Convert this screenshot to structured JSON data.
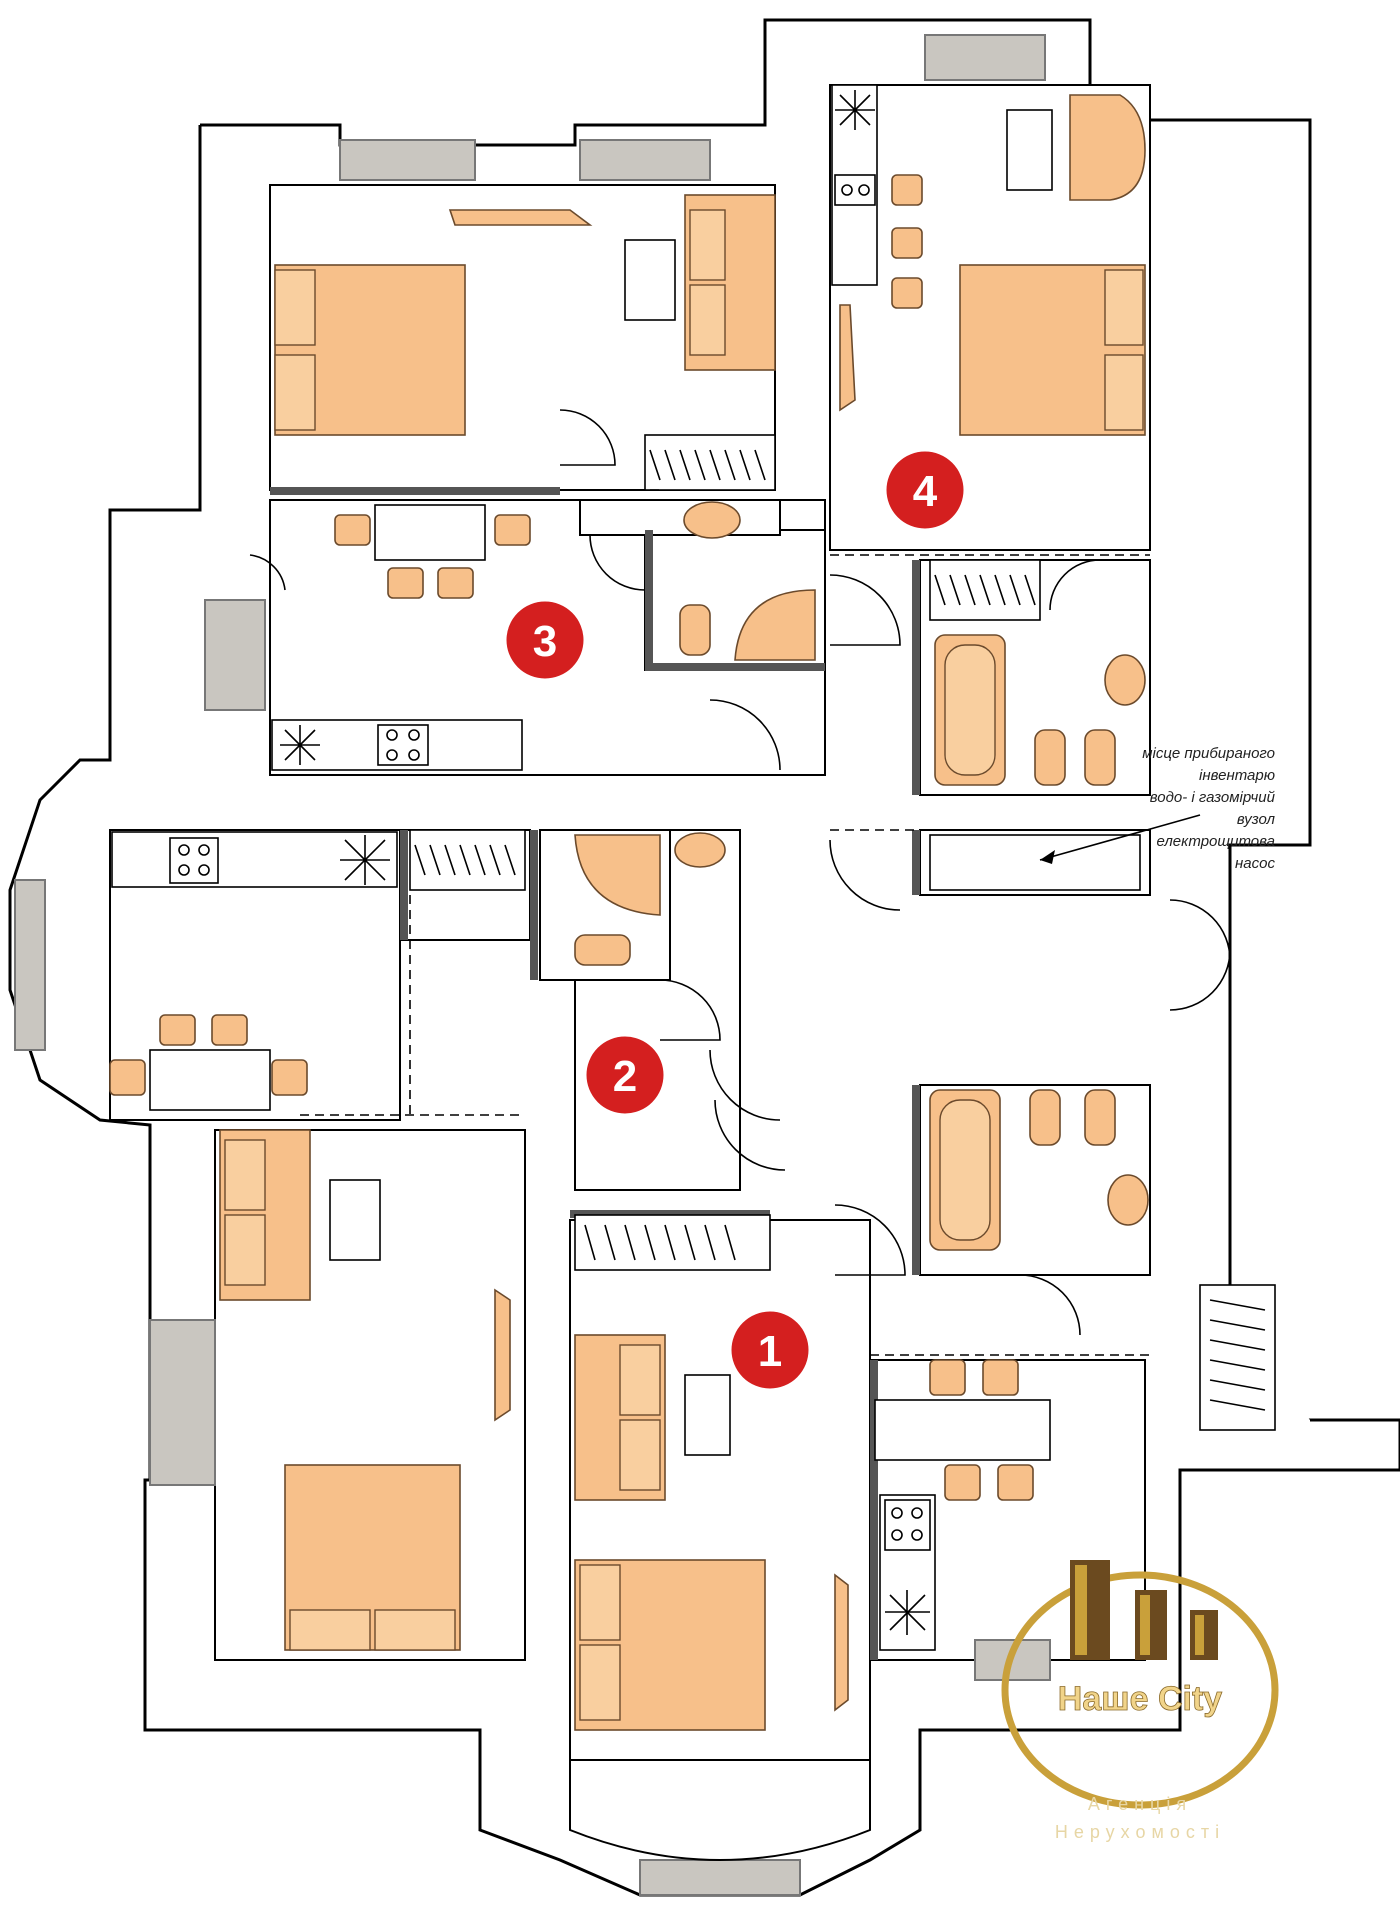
{
  "rooms": [
    {
      "number": "1"
    },
    {
      "number": "2"
    },
    {
      "number": "3"
    },
    {
      "number": "4"
    }
  ],
  "note": {
    "lines": [
      "місце прибираного",
      "інвентарю",
      "водо- і газомірчий",
      "вузол",
      "електрощитова",
      "насос"
    ]
  },
  "logo": {
    "name": "Наше City",
    "tagline_1": "Агенція",
    "tagline_2": "Нерухомості",
    "color": "#c9a03a"
  },
  "colors": {
    "furniture": "#f7c08a",
    "badge": "#d41f1f",
    "window": "#c9c6c0"
  }
}
